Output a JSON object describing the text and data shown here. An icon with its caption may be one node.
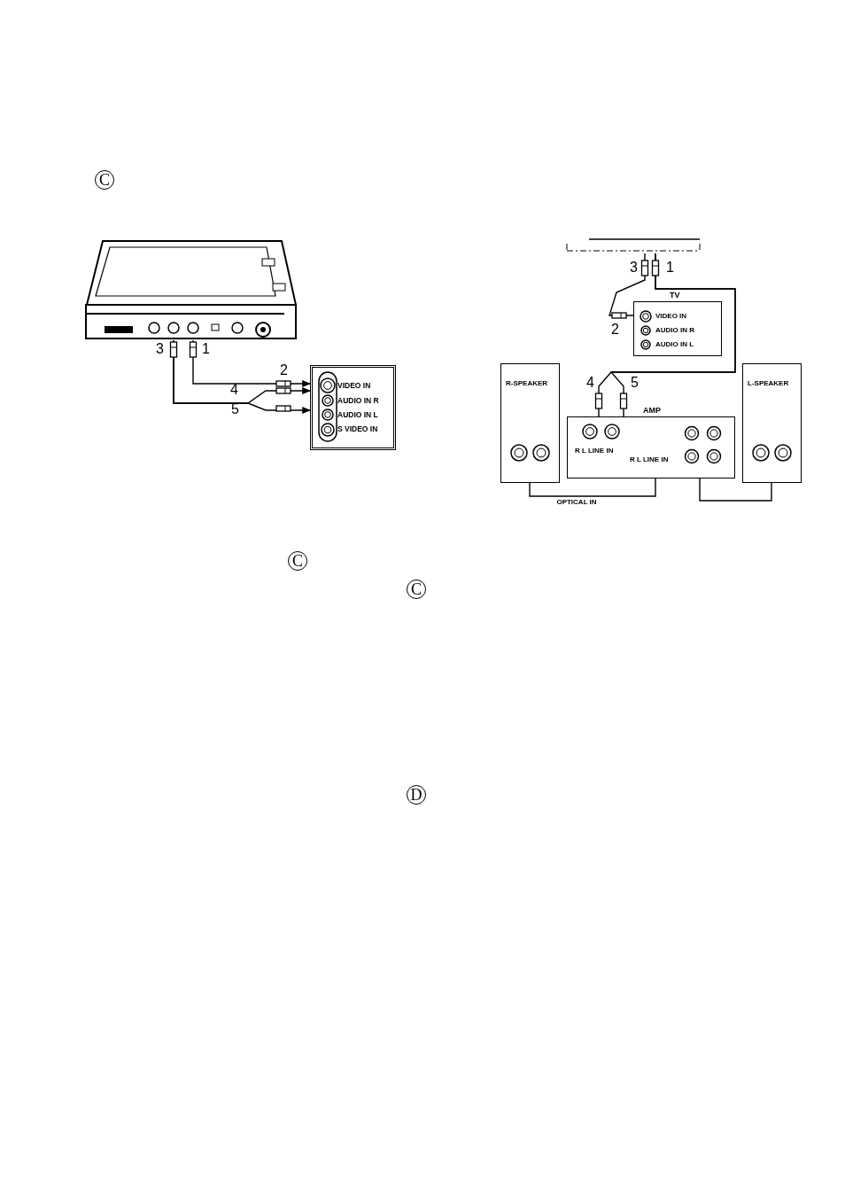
{
  "diagram": {
    "nodes": [
      {
        "text": [],
        "shape": "picture"
      },
      {
        "text": [
          "VIDEO IN",
          "AUDIO IN R",
          "AUDIO IN L",
          "S VIDEO IN"
        ]
      },
      {
        "text": [],
        "shape": "bar"
      },
      {
        "text": [
          "TV",
          "VIDEO IN",
          "AUDIO IN R",
          "AUDIO IN L"
        ]
      },
      {
        "text": [
          "R-SPEAKER"
        ]
      },
      {
        "text": [
          "AMP",
          "R L LINE IN",
          "R L LINE IN"
        ]
      },
      {
        "text": [
          "L-SPEAKER"
        ]
      }
    ],
    "edges": [
      {
        "from": 0,
        "to": 1,
        "arrow": "to"
      },
      {
        "from": 0,
        "to": 1,
        "arrow": "to"
      },
      {
        "from": 0,
        "to": 1,
        "arrow": "to"
      },
      {
        "from": 2,
        "to": 3,
        "arrow": "none"
      },
      {
        "from": 2,
        "to": 5,
        "arrow": "none"
      },
      {
        "from": 2,
        "to": 5,
        "arrow": "none"
      },
      {
        "from": 4,
        "to": 5,
        "arrow": "none",
        "label": "OPTICAL IN"
      },
      {
        "from": 6,
        "to": 5,
        "arrow": "none"
      }
    ],
    "labels": [
      "C",
      "3",
      "1",
      "2",
      "4",
      "5",
      "3",
      "1",
      "2",
      "4",
      "5",
      "C",
      "C",
      "D"
    ]
  }
}
